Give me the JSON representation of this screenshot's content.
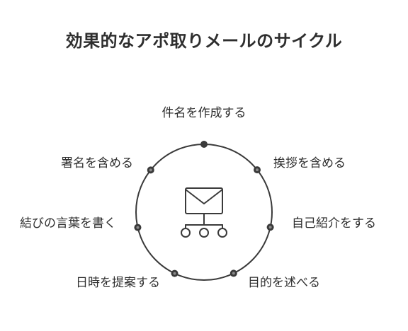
{
  "title": "効果的なアポ取りメールのサイクル",
  "steps": [
    {
      "label": "件名を作成する"
    },
    {
      "label": "挨拶を含める"
    },
    {
      "label": "自己紹介をする"
    },
    {
      "label": "目的を述べる"
    },
    {
      "label": "日時を提案する"
    },
    {
      "label": "結びの言葉を書く"
    },
    {
      "label": "署名を含める"
    }
  ],
  "center_icon": "email-network-icon",
  "colors": {
    "stroke": "#3a3a3a",
    "text": "#2e2e2e",
    "background": "#ffffff"
  }
}
